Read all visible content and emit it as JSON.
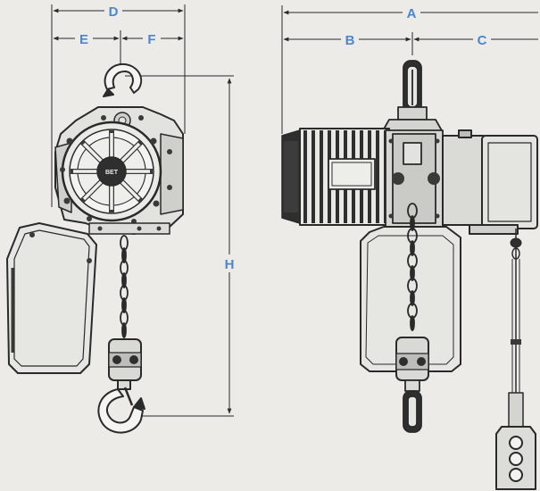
{
  "dimensions": {
    "A": "A",
    "B": "B",
    "C": "C",
    "D": "D",
    "E": "E",
    "F": "F",
    "H": "H"
  },
  "motor_badge": "BET",
  "colors": {
    "background": "#ecebe8",
    "line": "#2a2a2a",
    "dimension_label": "#4b87c9"
  },
  "views": {
    "front": "hoist-front-view",
    "side": "hoist-side-view"
  }
}
